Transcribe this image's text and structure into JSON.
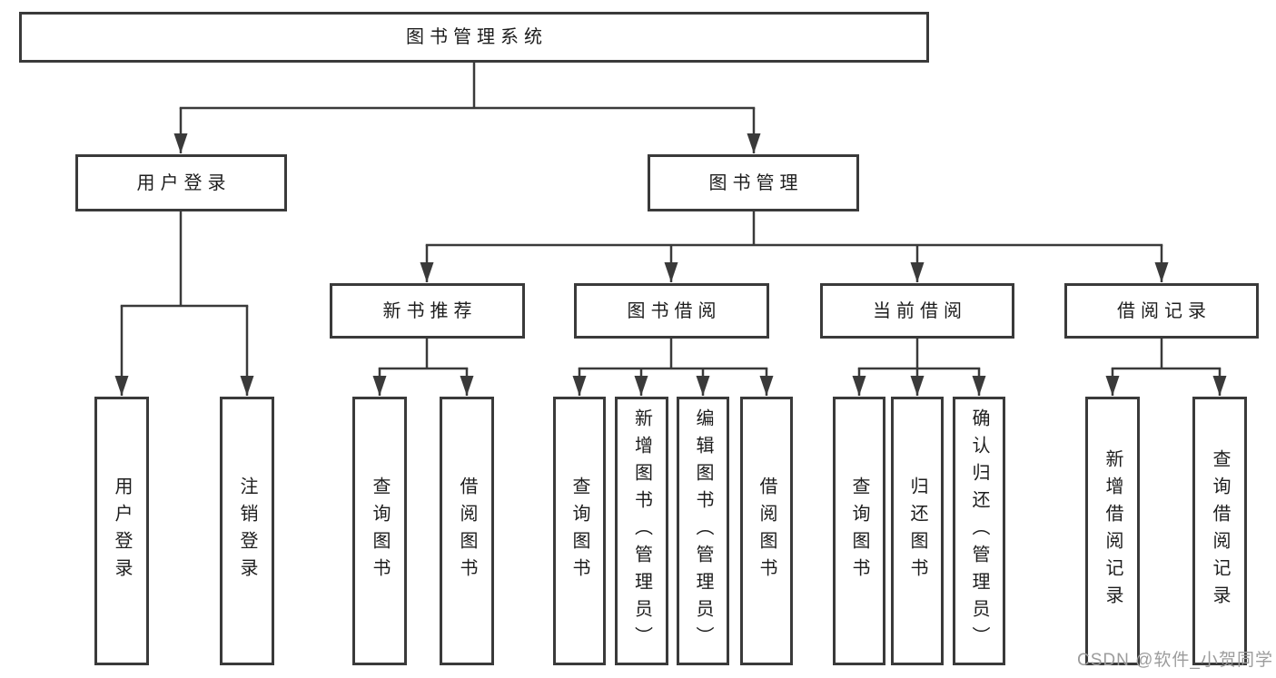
{
  "colors": {
    "line": "#3a3a3a",
    "box_border": "#3a3a3a",
    "text": "#1d1d1d",
    "watermark_text": "#9c9c9c",
    "background": "#ffffff"
  },
  "tree": {
    "label": "图书管理系统",
    "children": [
      {
        "label": "用户登录",
        "children": [
          {
            "label": "用户登录"
          },
          {
            "label": "注销登录"
          }
        ]
      },
      {
        "label": "图书管理",
        "children": [
          {
            "label": "新书推荐",
            "children": [
              {
                "label": "查询图书"
              },
              {
                "label": "借阅图书"
              }
            ]
          },
          {
            "label": "图书借阅",
            "children": [
              {
                "label": "查询图书"
              },
              {
                "label": "新增图书（管理员）"
              },
              {
                "label": "编辑图书（管理员）"
              },
              {
                "label": "借阅图书"
              }
            ]
          },
          {
            "label": "当前借阅",
            "children": [
              {
                "label": "查询图书"
              },
              {
                "label": "归还图书"
              },
              {
                "label": "确认归还（管理员）"
              }
            ]
          },
          {
            "label": "借阅记录",
            "children": [
              {
                "label": "新增借阅记录"
              },
              {
                "label": "查询借阅记录"
              }
            ]
          }
        ]
      }
    ]
  },
  "watermark": "CSDN @软件_小贺同学"
}
